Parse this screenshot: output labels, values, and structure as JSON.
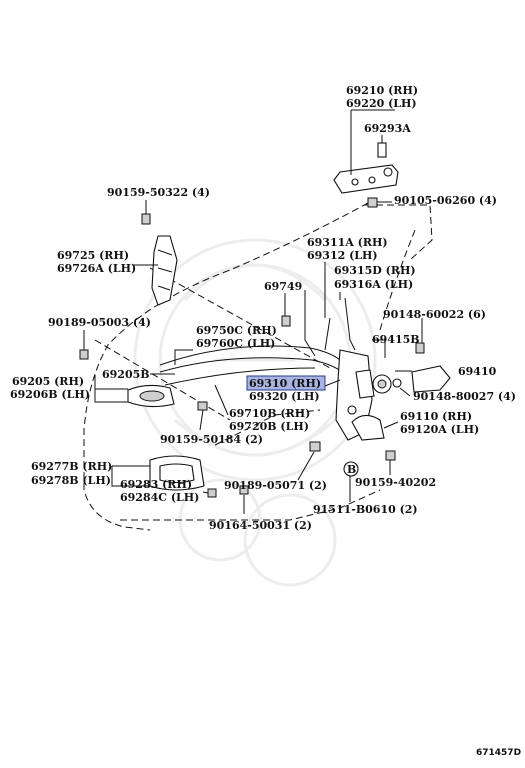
{
  "labels": {
    "p69210": "69210 (RH)",
    "p69220": "69220 (LH)",
    "p69293A": "69293A",
    "p90159_50322": "90159-50322 (4)",
    "p90105_06260": "90105-06260 (4)",
    "p69311A": "69311A (RH)",
    "p69312": "69312 (LH)",
    "p69725": "69725 (RH)",
    "p69726A": "69726A (LH)",
    "p69315D": "69315D (RH)",
    "p69316A": "69316A (LH)",
    "p69749": "69749",
    "p90189_05003": "90189-05003 (4)",
    "p90148_60022": "90148-60022 (6)",
    "p69750C": "69750C (RH)",
    "p69760C": "69760C (LH)",
    "p69415B": "69415B",
    "p69410": "69410",
    "p69205": "69205 (RH)",
    "p69206B": "69206B (LH)",
    "p69205B": "69205B",
    "p69310": "69310 (RH)",
    "p69320": "69320 (LH)",
    "p90148_80027": "90148-80027 (4)",
    "p69110": "69110 (RH)",
    "p69120A": "69120A (LH)",
    "p69710B": "69710B (RH)",
    "p69720B": "69720B (LH)",
    "p90159_50184": "90159-50184 (2)",
    "p69277B": "69277B (RH)",
    "p69278B": "69278B (LH)",
    "p90189_05071": "90189-05071 (2)",
    "p90159_40202": "90159-40202",
    "p69283": "69283 (RH)",
    "p69284C": "69284C (LH)",
    "p91511": "91511-B0610 (2)",
    "p90164_50031": "90164-50031 (2)",
    "callout_b": "B",
    "code": "671457D"
  },
  "highlight_color": "#a9b4e0"
}
